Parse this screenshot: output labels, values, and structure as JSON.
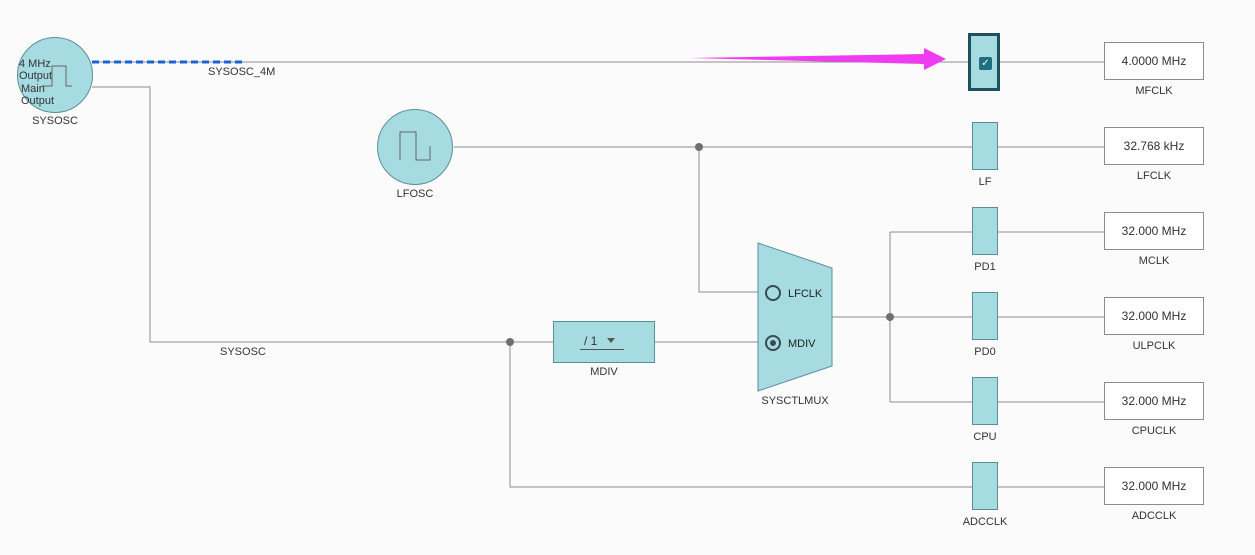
{
  "colors": {
    "block_fill": "#a6dbe1",
    "block_stroke": "#5b8f96",
    "wire": "#8c8c8c",
    "highlight_wire": "#1a63d6",
    "arrow": "#f03cf0",
    "selected_border": "#1e4f5c"
  },
  "sysosc": {
    "name": "SYSOSC",
    "output_4mhz": "4 MHz\nOutput",
    "output_main": "Main\nOutput",
    "signal_4m_label": "SYSOSC_4M",
    "signal_label": "SYSOSC"
  },
  "lfosc": {
    "name": "LFOSC"
  },
  "mdiv": {
    "name": "MDIV",
    "value": "/ 1"
  },
  "mux": {
    "name": "SYSCTLMUX",
    "options": [
      {
        "label": "LFCLK",
        "selected": false
      },
      {
        "label": "MDIV",
        "selected": true
      }
    ]
  },
  "mfclk_gate": {
    "checked": true,
    "check_glyph": "✓"
  },
  "gates": [
    {
      "label": "LF"
    },
    {
      "label": "PD1"
    },
    {
      "label": "PD0"
    },
    {
      "label": "CPU"
    },
    {
      "label": "ADCCLK"
    }
  ],
  "outputs": [
    {
      "value": "4.0000 MHz",
      "label": "MFCLK"
    },
    {
      "value": "32.768 kHz",
      "label": "LFCLK"
    },
    {
      "value": "32.000 MHz",
      "label": "MCLK"
    },
    {
      "value": "32.000 MHz",
      "label": "ULPCLK"
    },
    {
      "value": "32.000 MHz",
      "label": "CPUCLK"
    },
    {
      "value": "32.000 MHz",
      "label": "ADCCLK"
    }
  ]
}
